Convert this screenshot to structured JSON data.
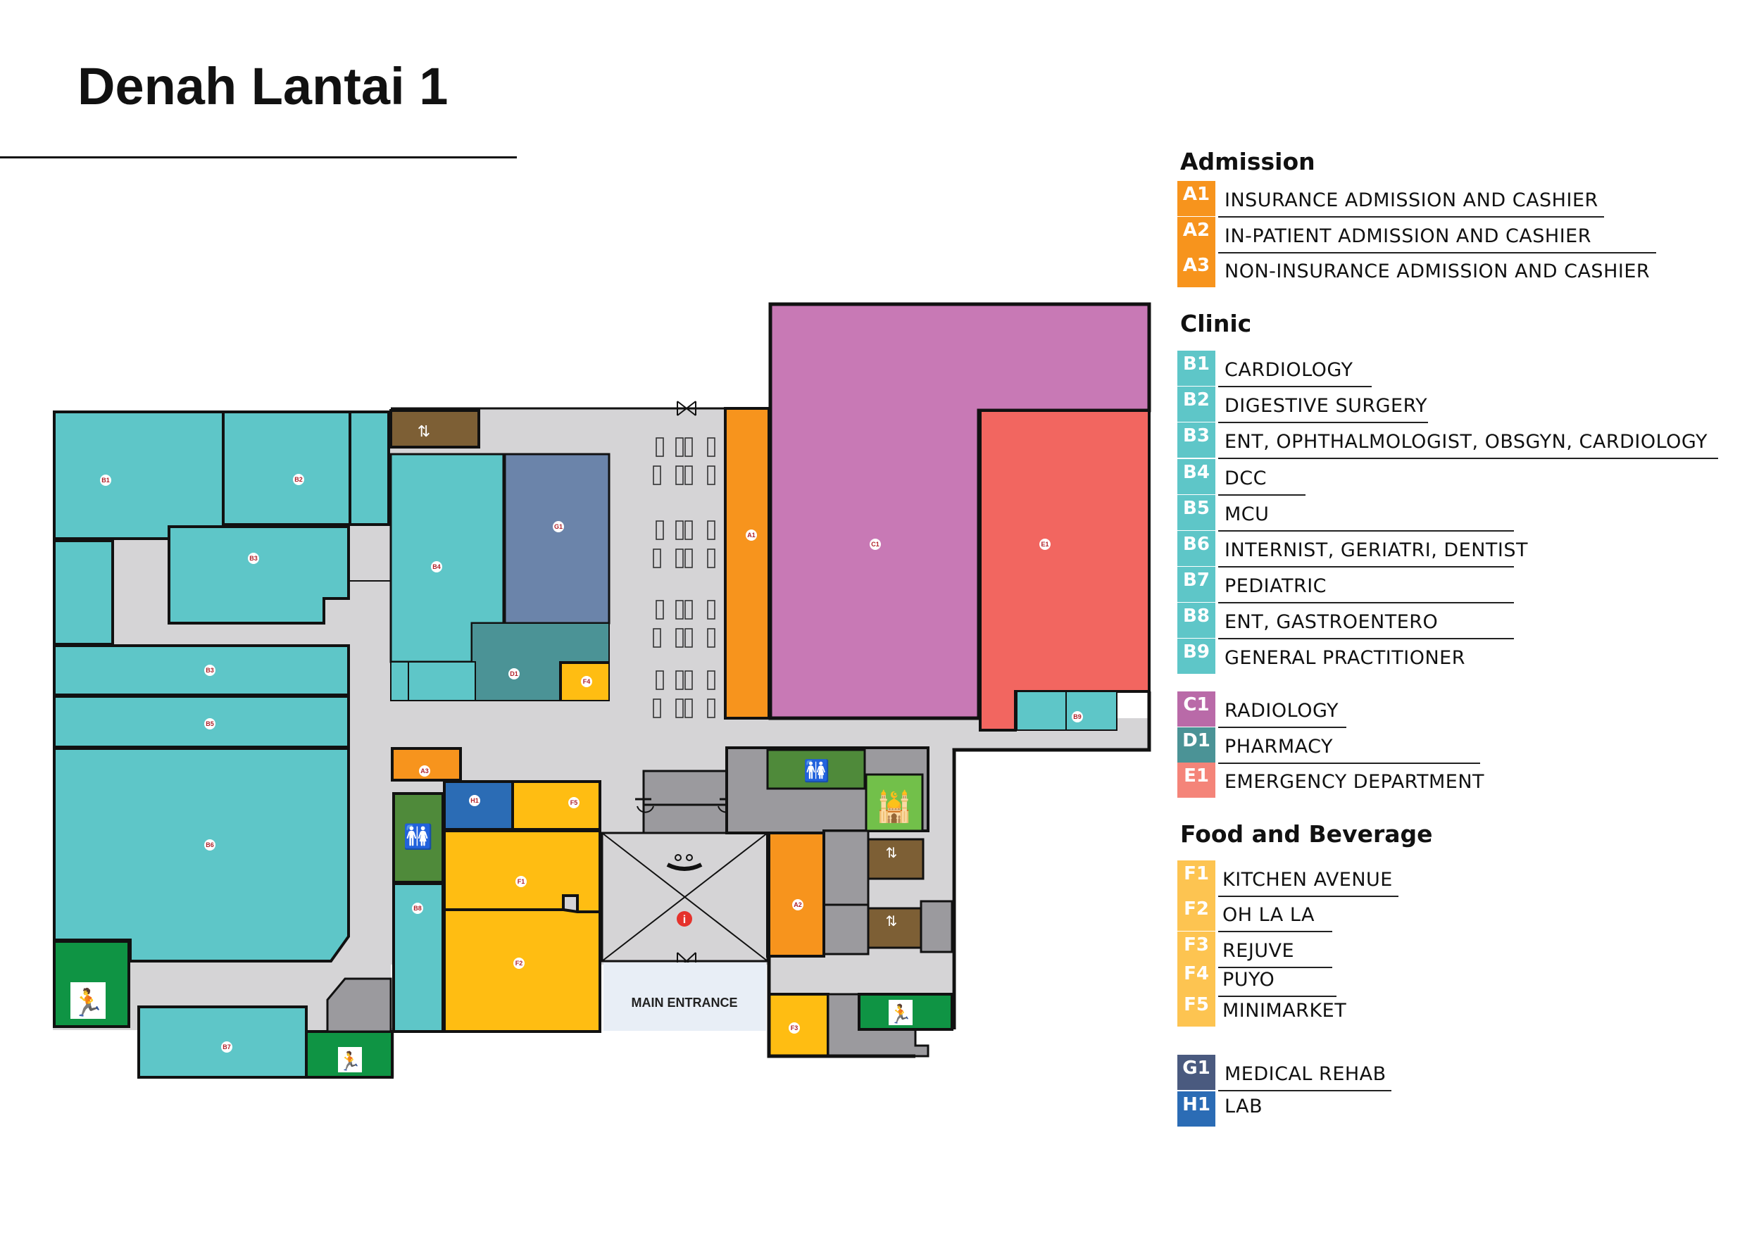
{
  "title": "Denah Lantai 1",
  "colors": {
    "clinic": "#5ec6c8",
    "admission": "#f7941d",
    "radiology": "#c879b5",
    "pharmacy": "#4b9396",
    "emergency": "#f26660",
    "food": "#ffbd12",
    "food_legend": "#fdc451",
    "rehab": "#6b84aa",
    "rehab_legend": "#4a5a7f",
    "lab": "#2b6cb5",
    "corridor": "#d5d4d6",
    "service": "#9b9a9e",
    "lift": "#7d5f35",
    "toilet": "#4f8a3a",
    "prayer": "#72c04a",
    "exit": "#0f9444",
    "entrance": "#e8eef6"
  },
  "map": {
    "room_labels": {
      "b1": "B1",
      "b2": "B2",
      "b3a": "B3",
      "b3b": "B3",
      "b4": "B4",
      "b5": "B5",
      "b6": "B6",
      "b7": "B7",
      "b8": "B8",
      "b9": "B9",
      "g1": "G1",
      "d1": "D1",
      "a1": "A1",
      "a2": "A2",
      "a3": "A3",
      "c1": "C1",
      "e1": "E1",
      "h1": "H1",
      "f1": "F1",
      "f2": "F2",
      "f3": "F3",
      "f4": "F4",
      "f5": "F5"
    },
    "main_entrance": "MAIN ENTRANCE",
    "icons": [
      "lift-icon",
      "toilet-icon",
      "prayer-room-icon",
      "emergency-exit-icon",
      "info-icon",
      "revolving-door-icon",
      "seating-icon"
    ]
  },
  "legend": {
    "admission": {
      "title": "Admission",
      "items": [
        {
          "code": "A1",
          "name": "INSURANCE ADMISSION AND CASHIER"
        },
        {
          "code": "A2",
          "name": "IN-PATIENT ADMISSION AND CASHIER"
        },
        {
          "code": "A3",
          "name": "NON-INSURANCE ADMISSION AND CASHIER"
        }
      ]
    },
    "clinic": {
      "title": "Clinic",
      "items": [
        {
          "code": "B1",
          "name": "CARDIOLOGY"
        },
        {
          "code": "B2",
          "name": "DIGESTIVE SURGERY"
        },
        {
          "code": "B3",
          "name": "ENT, OPHTHALMOLOGIST, OBSGYN, CARDIOLOGY"
        },
        {
          "code": "B4",
          "name": "DCC"
        },
        {
          "code": "B5",
          "name": "MCU"
        },
        {
          "code": "B6",
          "name": "INTERNIST, GERIATRI, DENTIST"
        },
        {
          "code": "B7",
          "name": "PEDIATRIC"
        },
        {
          "code": "B8",
          "name": "ENT, GASTROENTERO"
        },
        {
          "code": "B9",
          "name": "GENERAL PRACTITIONER"
        }
      ]
    },
    "services": {
      "items": [
        {
          "code": "C1",
          "name": "RADIOLOGY"
        },
        {
          "code": "D1",
          "name": "PHARMACY"
        },
        {
          "code": "E1",
          "name": "EMERGENCY DEPARTMENT"
        }
      ]
    },
    "food": {
      "title": "Food and Beverage",
      "items": [
        {
          "code": "F1",
          "name": "KITCHEN AVENUE"
        },
        {
          "code": "F2",
          "name": "OH LA LA"
        },
        {
          "code": "F3",
          "name": "REJUVE"
        },
        {
          "code": "F4",
          "name": "PUYO"
        },
        {
          "code": "F5",
          "name": "MINIMARKET"
        }
      ]
    },
    "other": {
      "items": [
        {
          "code": "G1",
          "name": "MEDICAL REHAB"
        },
        {
          "code": "H1",
          "name": "LAB"
        }
      ]
    }
  }
}
